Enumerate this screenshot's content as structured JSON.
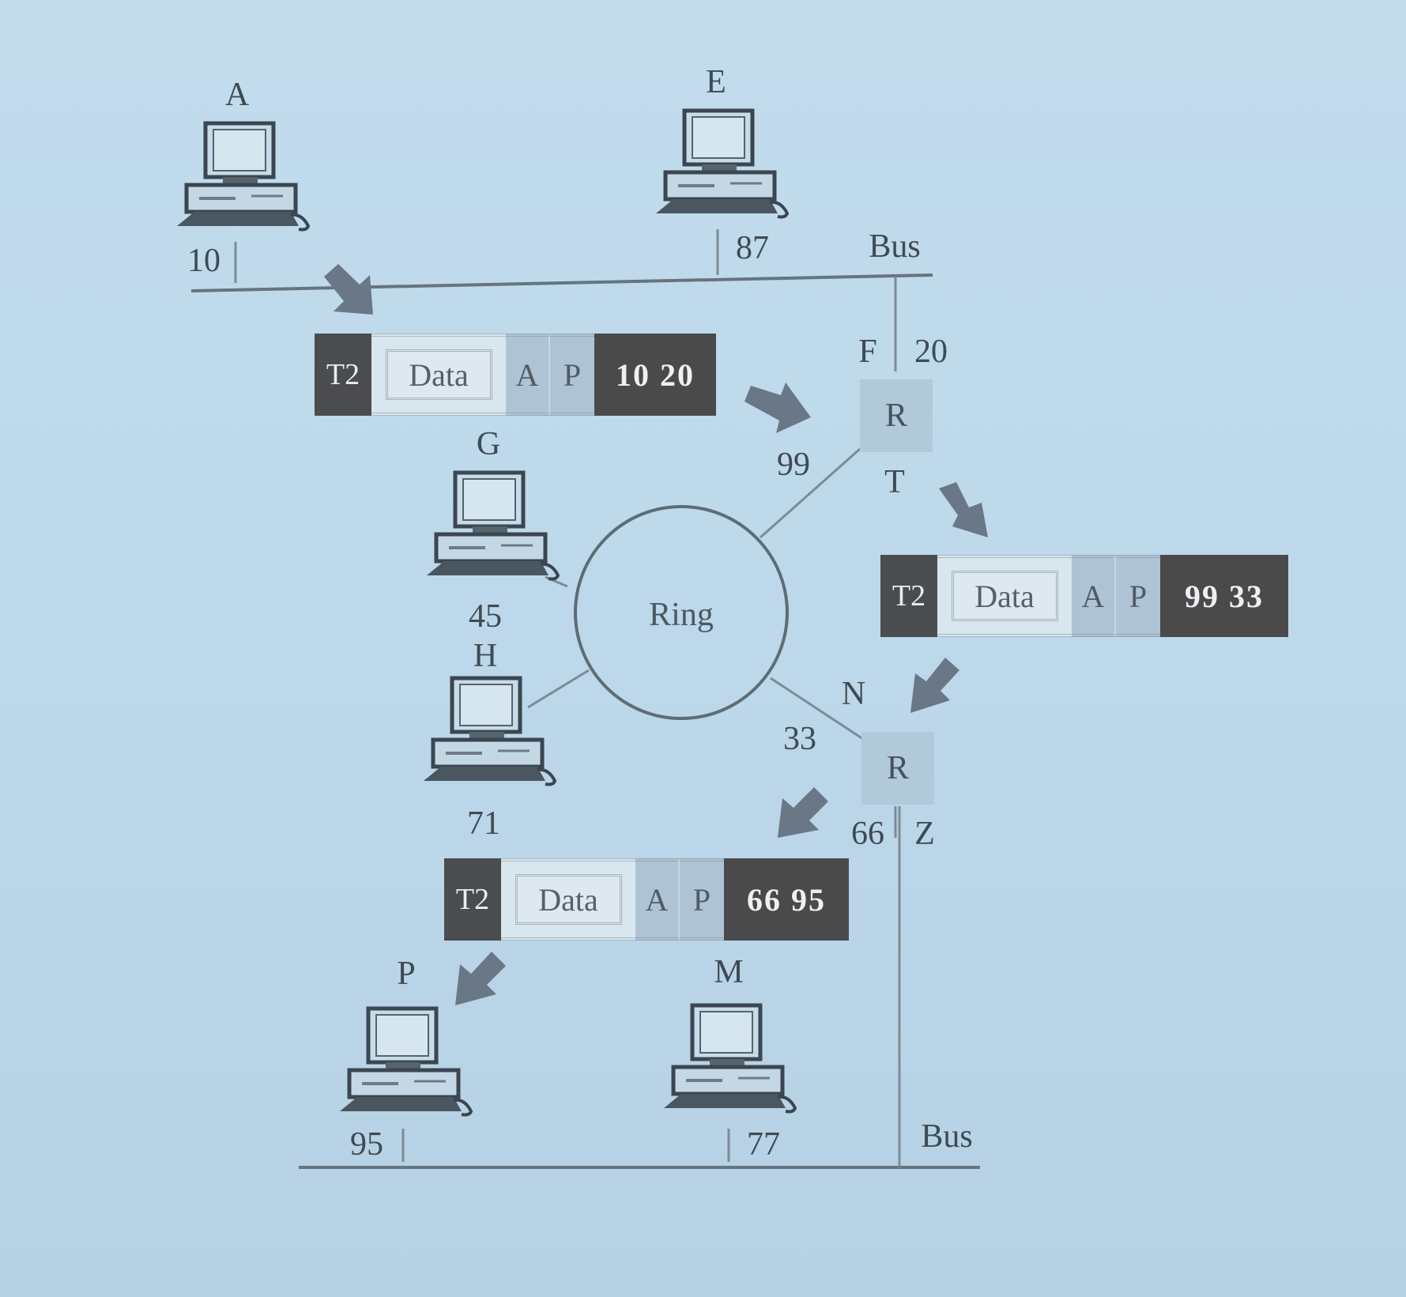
{
  "stations": {
    "A": {
      "name": "A",
      "addr": "10"
    },
    "E": {
      "name": "E",
      "addr": "87"
    },
    "G": {
      "name": "G",
      "addr": "45"
    },
    "H": {
      "name": "H",
      "addr": "71"
    },
    "P": {
      "name": "P",
      "addr": "95"
    },
    "M": {
      "name": "M",
      "addr": "77"
    }
  },
  "networks": {
    "top_bus": "Bus",
    "ring": "Ring",
    "bottom_bus": "Bus"
  },
  "routers": {
    "R1": {
      "label": "R",
      "port_top": "F",
      "port_top_addr": "20",
      "port_ring_addr": "99",
      "port_ring": "T"
    },
    "R2": {
      "label": "R",
      "port_ring": "N",
      "port_ring_addr": "33",
      "port_bus_addr": "66",
      "port_bus": "Z"
    }
  },
  "frames": [
    {
      "trailer": "T2",
      "data": "Data",
      "a": "A",
      "p": "P",
      "addr": "10  20"
    },
    {
      "trailer": "T2",
      "data": "Data",
      "a": "A",
      "p": "P",
      "addr": "99  33"
    },
    {
      "trailer": "T2",
      "data": "Data",
      "a": "A",
      "p": "P",
      "addr": "66  95"
    }
  ],
  "colors": {
    "background": "#bed9eb",
    "dark_field": "#4a4a4b",
    "light_field": "#aec3d3",
    "line": "#6c7a84",
    "arrow": "#6a7888"
  }
}
